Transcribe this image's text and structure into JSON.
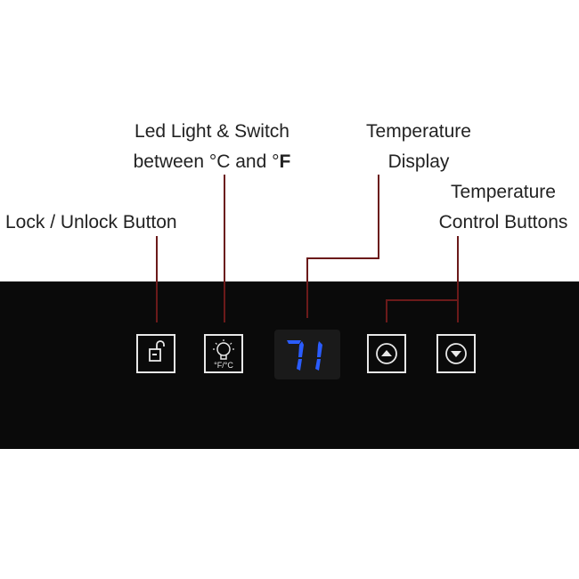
{
  "labels": {
    "led_line1": "Led Light & Switch",
    "led_line2_prefix": "between °C and °",
    "led_line2_bold": "F",
    "temp_display_line1": "Temperature",
    "temp_display_line2": "Display",
    "temp_control_line1": "Temperature",
    "temp_control_line2": "Control Buttons",
    "lock": "Lock / Unlock Button"
  },
  "panel": {
    "led_button_unit_text": "°F/°C",
    "display_value": "71"
  },
  "colors": {
    "panel": "#0a0a0a",
    "leader_line": "#6b1a1a",
    "display_digits": "#2a5cff",
    "button_border": "#e8e8e8"
  },
  "icons": {
    "lock": "unlock-icon",
    "led": "lightbulb-icon",
    "up": "triangle-up-icon",
    "down": "triangle-down-icon"
  }
}
